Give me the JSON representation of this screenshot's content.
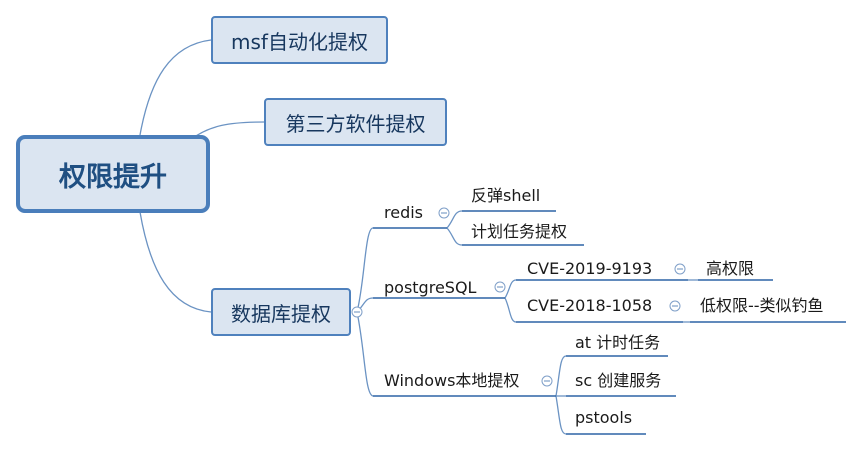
{
  "root": {
    "label": "权限提升"
  },
  "branches": [
    {
      "label": "msf自动化提权"
    },
    {
      "label": "第三方软件提权"
    },
    {
      "label": "数据库提权",
      "children": [
        {
          "label": "redis",
          "children": [
            {
              "label": "反弹shell"
            },
            {
              "label": "计划任务提权"
            }
          ]
        },
        {
          "label": "postgreSQL",
          "children": [
            {
              "label": "CVE-2019-9193",
              "children": [
                {
                  "label": "高权限"
                }
              ]
            },
            {
              "label": "CVE-2018-1058",
              "children": [
                {
                  "label": "低权限--类似钓鱼"
                }
              ]
            }
          ]
        },
        {
          "label": "Windows本地提权",
          "children": [
            {
              "label": "at 计时任务"
            },
            {
              "label": "sc 创建服务"
            },
            {
              "label": "pstools"
            }
          ]
        }
      ]
    }
  ],
  "colors": {
    "connector": "#6b93c3",
    "underline": "#2d64a5",
    "node_fill": "#dbe5f1",
    "node_border": "#4f81bd"
  }
}
